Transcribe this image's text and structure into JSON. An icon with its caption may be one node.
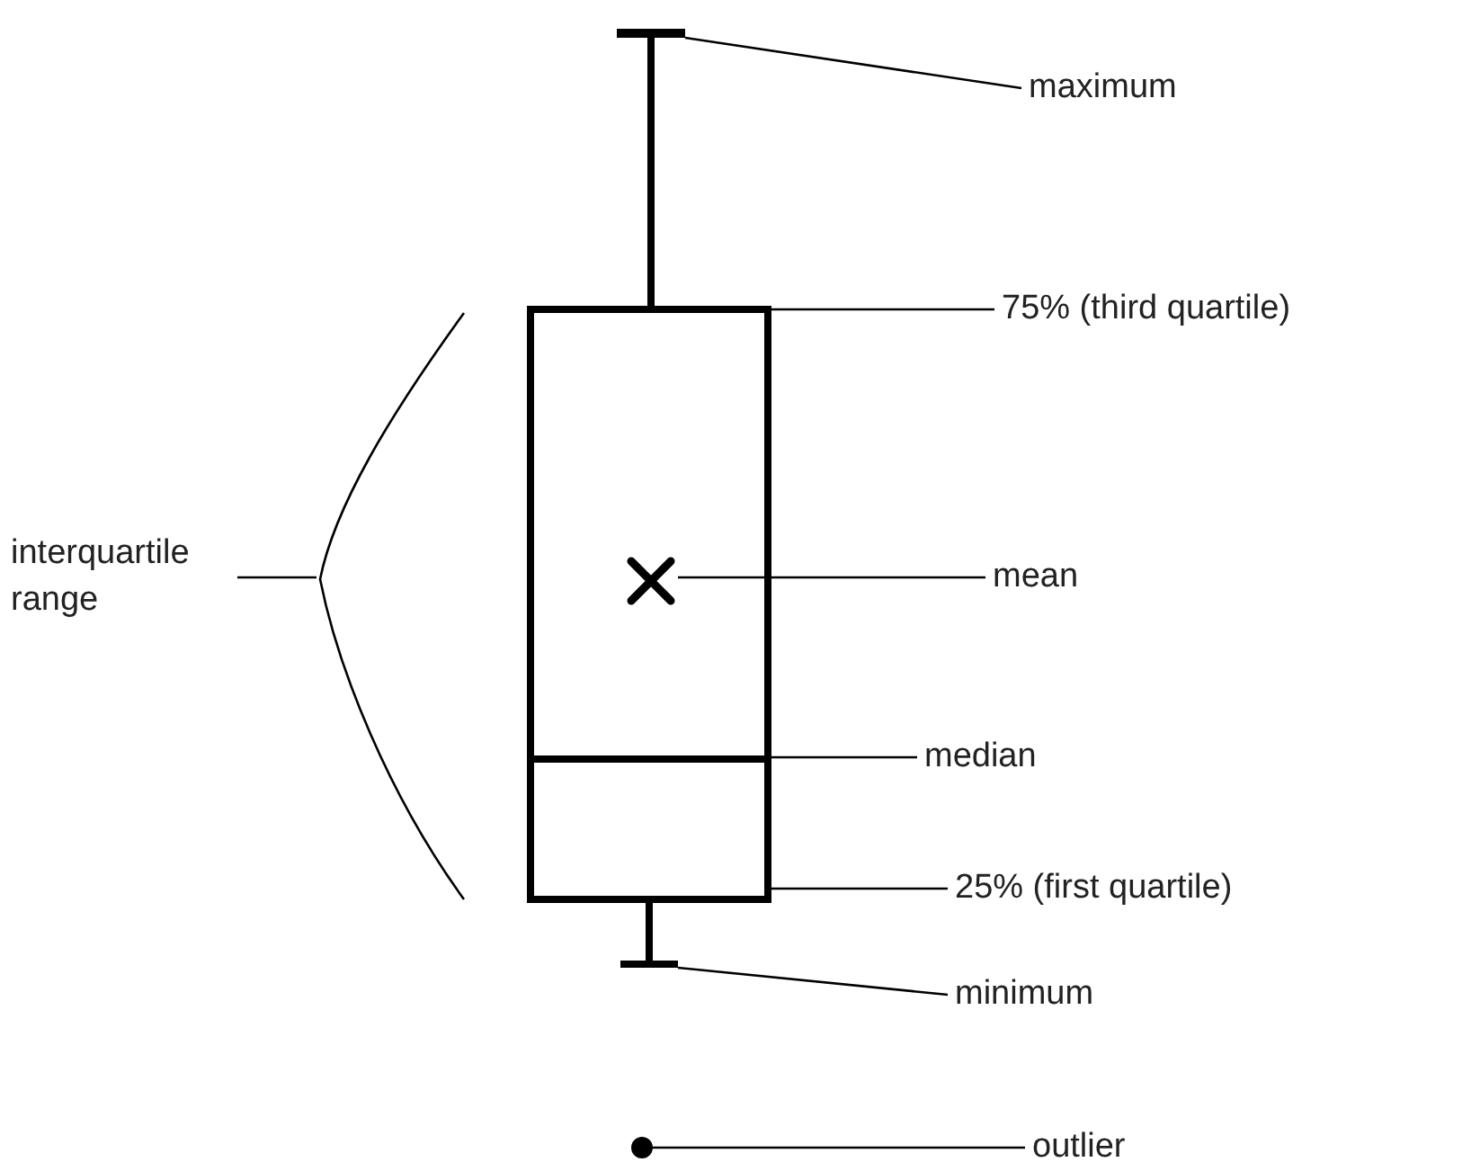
{
  "diagram": {
    "nodes": [
      {
        "text": [
          "maximum"
        ]
      },
      {
        "text": [
          "75% (third quartile)"
        ]
      },
      {
        "text": [
          "mean"
        ]
      },
      {
        "text": [
          "median"
        ]
      },
      {
        "text": [
          "25% (first quartile)"
        ]
      },
      {
        "text": [
          "minimum"
        ]
      },
      {
        "text": [
          "outlier"
        ]
      },
      {
        "text": [
          "interquartile range"
        ]
      },
      {
        "text": [],
        "shape": "box"
      },
      {
        "text": [],
        "shape": "bar"
      },
      {
        "text": [],
        "shape": "cross",
        "in": 8
      },
      {
        "text": [],
        "shape": "bar",
        "in": 8
      },
      {
        "text": [],
        "shape": "bar"
      },
      {
        "text": [],
        "shape": "circle"
      },
      {
        "text": [],
        "shape": "bracket"
      }
    ],
    "edges": [
      {
        "from": 0,
        "to": 9,
        "arrow": "none"
      },
      {
        "from": 1,
        "to": 8,
        "arrow": "none"
      },
      {
        "from": 2,
        "to": 10,
        "arrow": "none"
      },
      {
        "from": 3,
        "to": 11,
        "arrow": "none"
      },
      {
        "from": 4,
        "to": 8,
        "arrow": "none"
      },
      {
        "from": 5,
        "to": 12,
        "arrow": "none"
      },
      {
        "from": 6,
        "to": 13,
        "arrow": "none"
      },
      {
        "from": 7,
        "to": 14,
        "arrow": "none"
      },
      {
        "from": 9,
        "to": 8,
        "arrow": "none",
        "style": "thick"
      },
      {
        "from": 8,
        "to": 12,
        "arrow": "none",
        "style": "thick"
      }
    ]
  }
}
